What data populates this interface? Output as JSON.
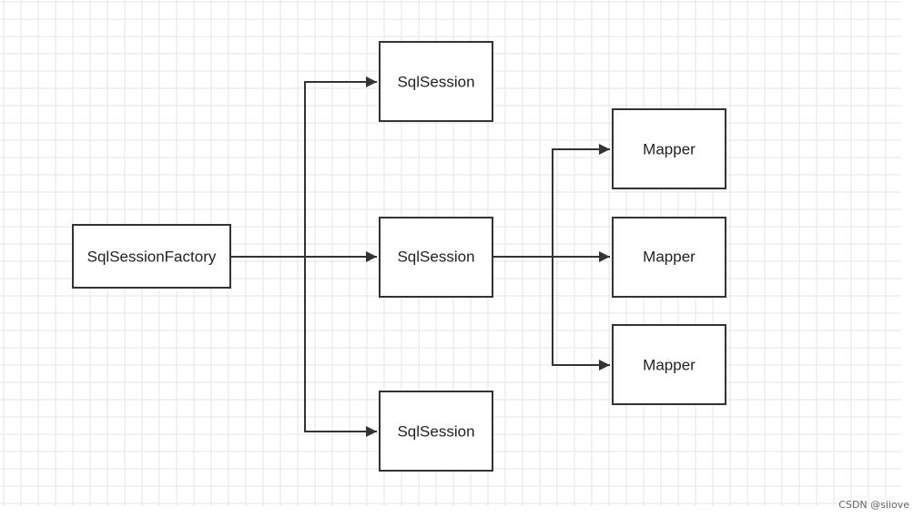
{
  "diagram": {
    "type": "flowchart",
    "nodes": [
      {
        "id": "factory",
        "label": "SqlSessionFactory"
      },
      {
        "id": "session1",
        "label": "SqlSession"
      },
      {
        "id": "session2",
        "label": "SqlSession"
      },
      {
        "id": "session3",
        "label": "SqlSession"
      },
      {
        "id": "mapper1",
        "label": "Mapper"
      },
      {
        "id": "mapper2",
        "label": "Mapper"
      },
      {
        "id": "mapper3",
        "label": "Mapper"
      }
    ],
    "edges": [
      {
        "from": "factory",
        "to": "session1"
      },
      {
        "from": "factory",
        "to": "session2"
      },
      {
        "from": "factory",
        "to": "session3"
      },
      {
        "from": "session2",
        "to": "mapper1"
      },
      {
        "from": "session2",
        "to": "mapper2"
      },
      {
        "from": "session2",
        "to": "mapper3"
      }
    ],
    "colors": {
      "background": "#ffffff",
      "grid": "#e6e6e6",
      "stroke": "#333333",
      "text": "#222222"
    }
  },
  "watermark": "CSDN @siiove"
}
